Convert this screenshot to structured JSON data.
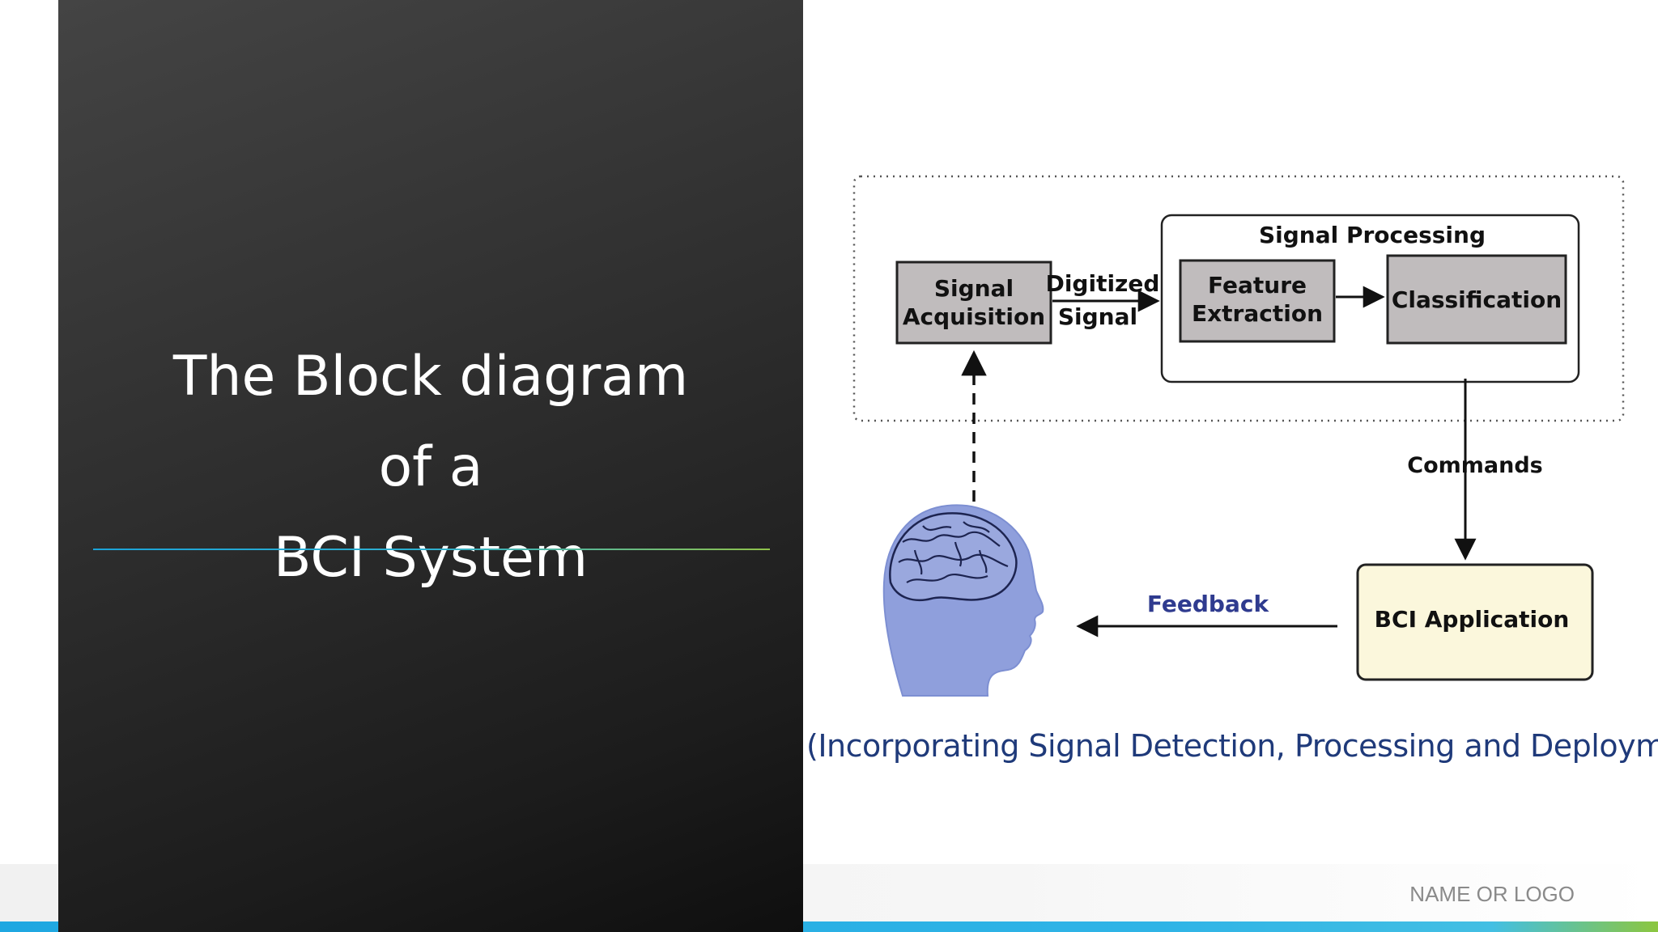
{
  "slide": {
    "title_line1": "The Block diagram of a",
    "title_line2": "BCI System",
    "caption": "(Incorporating Signal Detection, Processing and Deployment)",
    "footer_label": "NAME OR LOGO"
  },
  "diagram": {
    "signal_processing_label": "Signal Processing",
    "signal_acquisition": {
      "line1": "Signal",
      "line2": "Acquisition"
    },
    "digitized_signal": {
      "line1": "Digitized",
      "line2": "Signal"
    },
    "feature_extraction": {
      "line1": "Feature",
      "line2": "Extraction"
    },
    "classification": "Classification",
    "commands": "Commands",
    "feedback": "Feedback",
    "bci_application": "BCI Application"
  },
  "colors": {
    "panel_dark": "#2e2e2e",
    "accent_blue": "#1fa7e1",
    "accent_green": "#8cc63f",
    "caption_blue": "#1f3a7a",
    "block_fill": "#c0bcbd",
    "app_fill": "#fbf7dc",
    "head_fill": "#8f9fdc"
  }
}
